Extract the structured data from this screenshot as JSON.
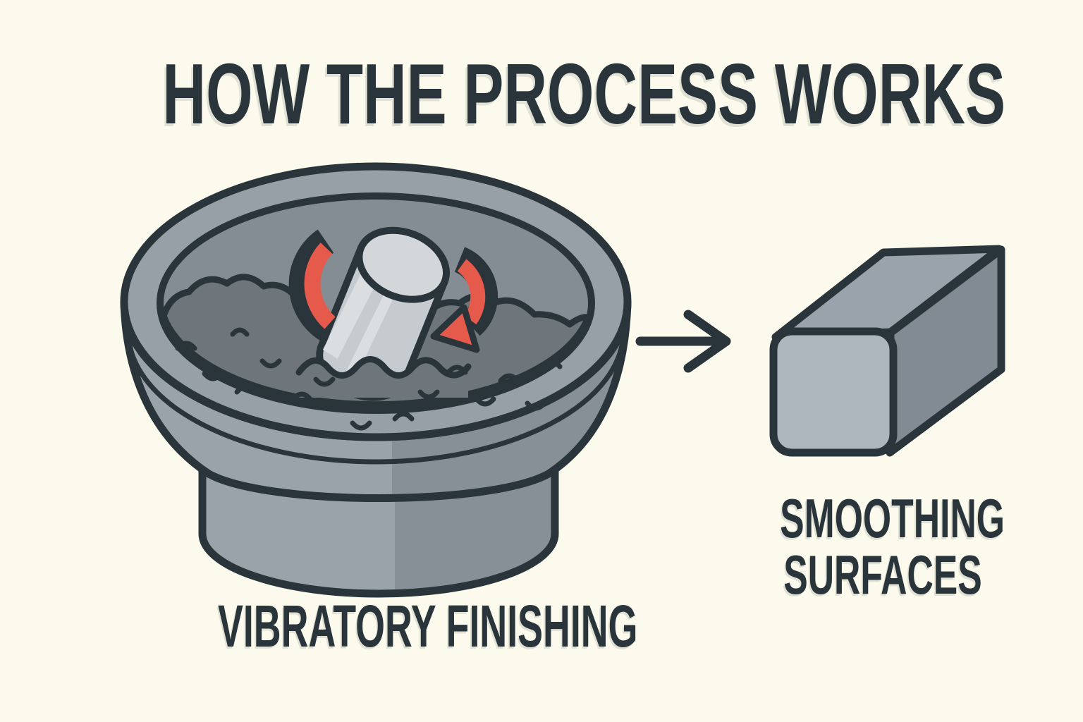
{
  "title": "HOW THE PROCESS WORKS",
  "labels": {
    "left": "VIBRATORY FINISHING",
    "right_line1": "SMOOTHING",
    "right_line2": "SURFACES"
  },
  "illustration": {
    "left_icon": "vibratory-finishing-bowl",
    "left_icon_parts": [
      "bowl",
      "abrasive-media",
      "workpiece-cylinder",
      "rotation-arrows"
    ],
    "flow_icon": "right-arrow",
    "right_icon": "smoothed-rectangular-block"
  },
  "colors": {
    "bg": "#fbfaec",
    "ink": "#2a353b",
    "red": "#e65a4c",
    "rim": "#97a0a7",
    "wall_light": "#9aa3aa",
    "wall_dark": "#878f97",
    "inner_wall": "#858d94",
    "media": "#6e767c",
    "cyl_body": "#c6cbcf",
    "cyl_top": "#d3d7da",
    "cyl_stripe": "#dadee1",
    "block_front": "#aeb6bd",
    "block_top": "#9aa3ab",
    "block_side": "#828b93"
  }
}
